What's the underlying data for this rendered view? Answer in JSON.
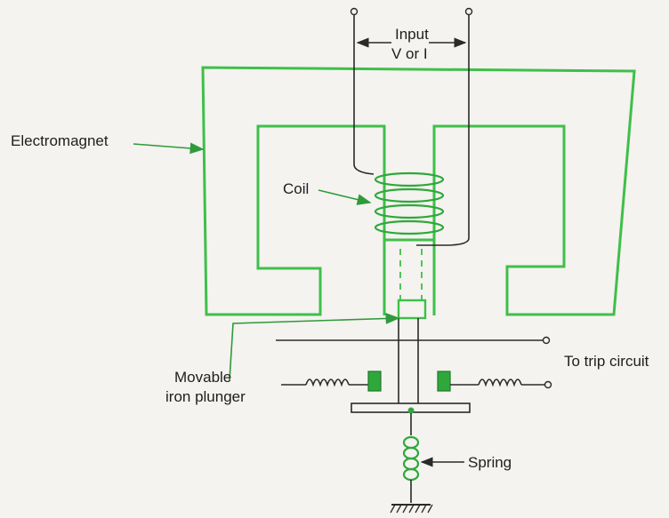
{
  "diagram": {
    "labels": {
      "input_line1": "Input",
      "input_line2": "V or I",
      "electromagnet": "Electromagnet",
      "coil": "Coil",
      "trip_circuit": "To trip circuit",
      "plunger_line1": "Movable",
      "plunger_line2": "iron plunger",
      "spring": "Spring"
    },
    "colors": {
      "core": "#3fbf4a",
      "coil": "#2fa83b",
      "contact": "#2fa83b",
      "wire": "#2a2a2a",
      "background": "#f4f3ef"
    }
  }
}
